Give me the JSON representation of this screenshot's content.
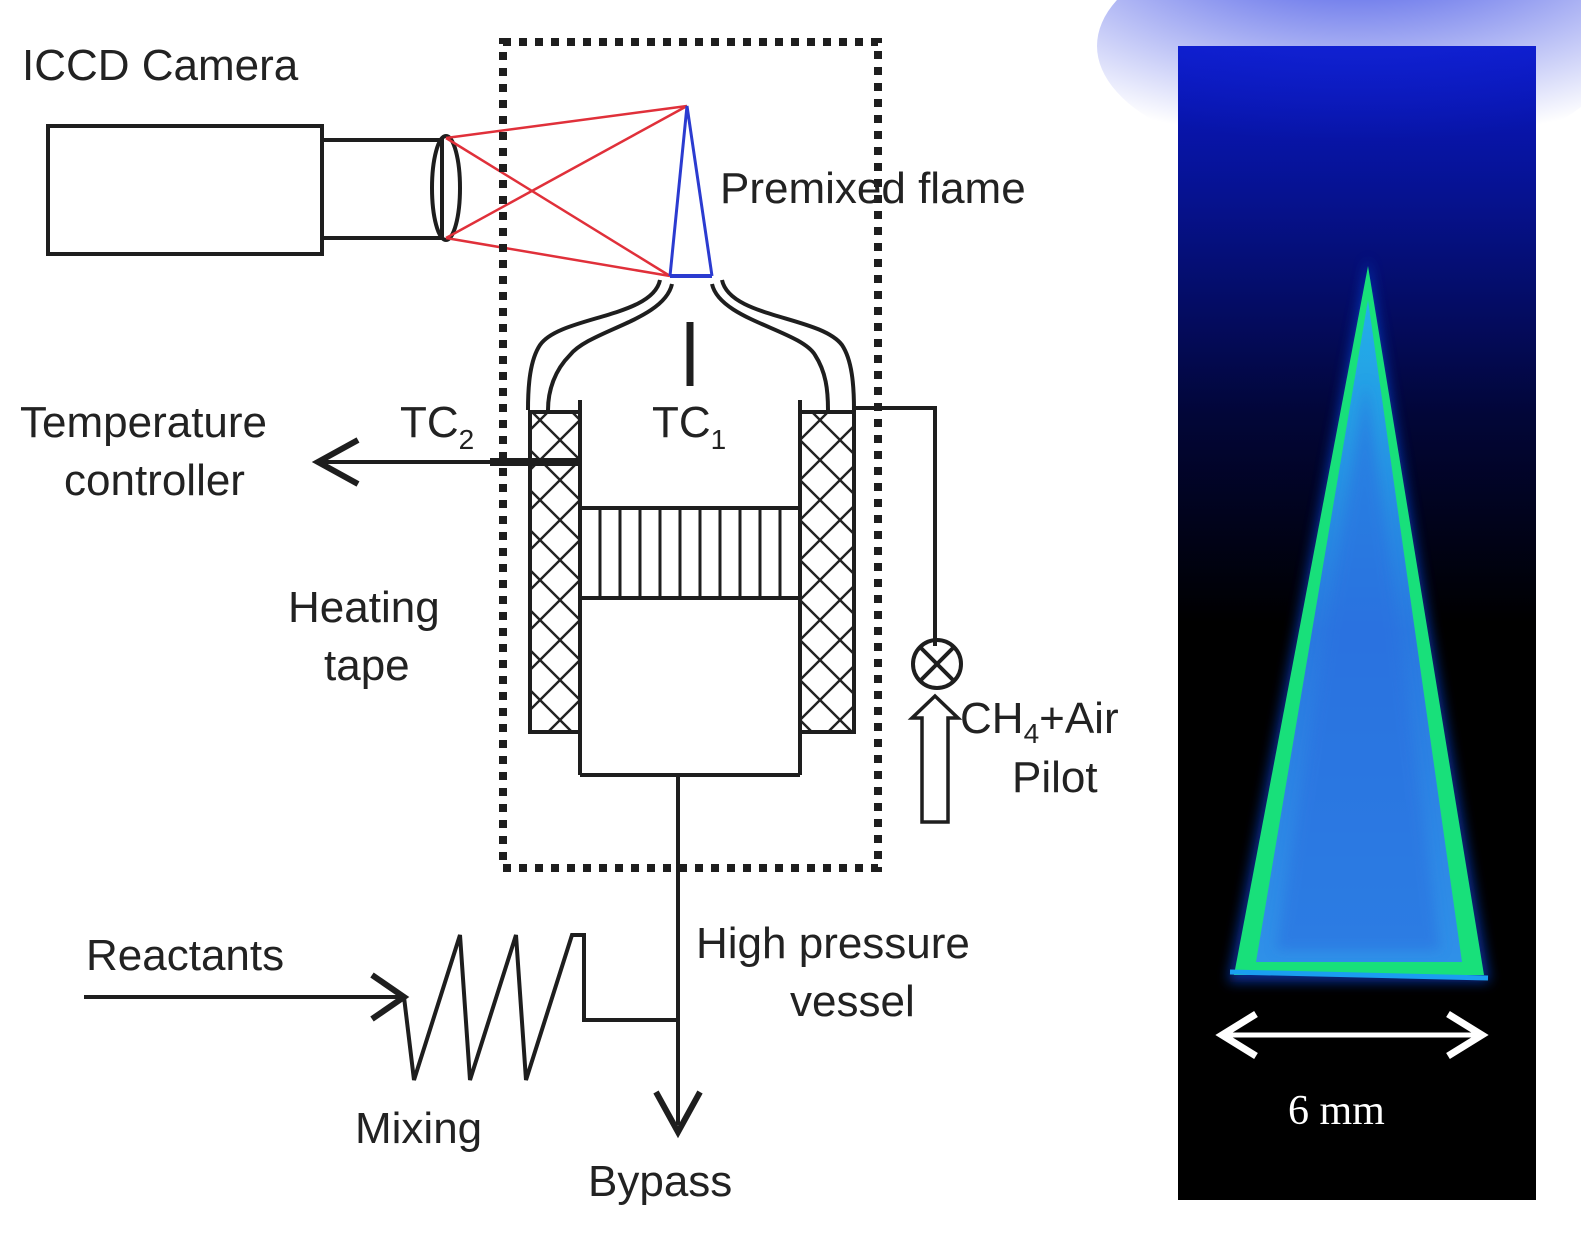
{
  "diagram": {
    "labels": {
      "camera": "ICCD Camera",
      "flame": "Premixed flame",
      "tc1_main": "TC",
      "tc1_sub": "1",
      "tc2_main": "TC",
      "tc2_sub": "2",
      "controller_line1": "Temperature",
      "controller_line2": "controller",
      "heating_line1": "Heating",
      "heating_line2": "tape",
      "gas_prefix": "CH",
      "gas_sub": "4",
      "gas_suffix": "+Air",
      "pilot": "Pilot",
      "reactants": "Reactants",
      "mixing": "Mixing",
      "vessel_line1": "High pressure",
      "vessel_line2": "vessel",
      "bypass": "Bypass"
    },
    "colors": {
      "line": "#1e1e1e",
      "ray": "#e0303a",
      "flame_outline": "#2b3bd0"
    }
  },
  "flame_image": {
    "scale_label": "6 mm",
    "colors": {
      "background": "#000000",
      "glow": "#0014c8",
      "edge": "#18e07a",
      "core": "#2a78e0"
    }
  }
}
